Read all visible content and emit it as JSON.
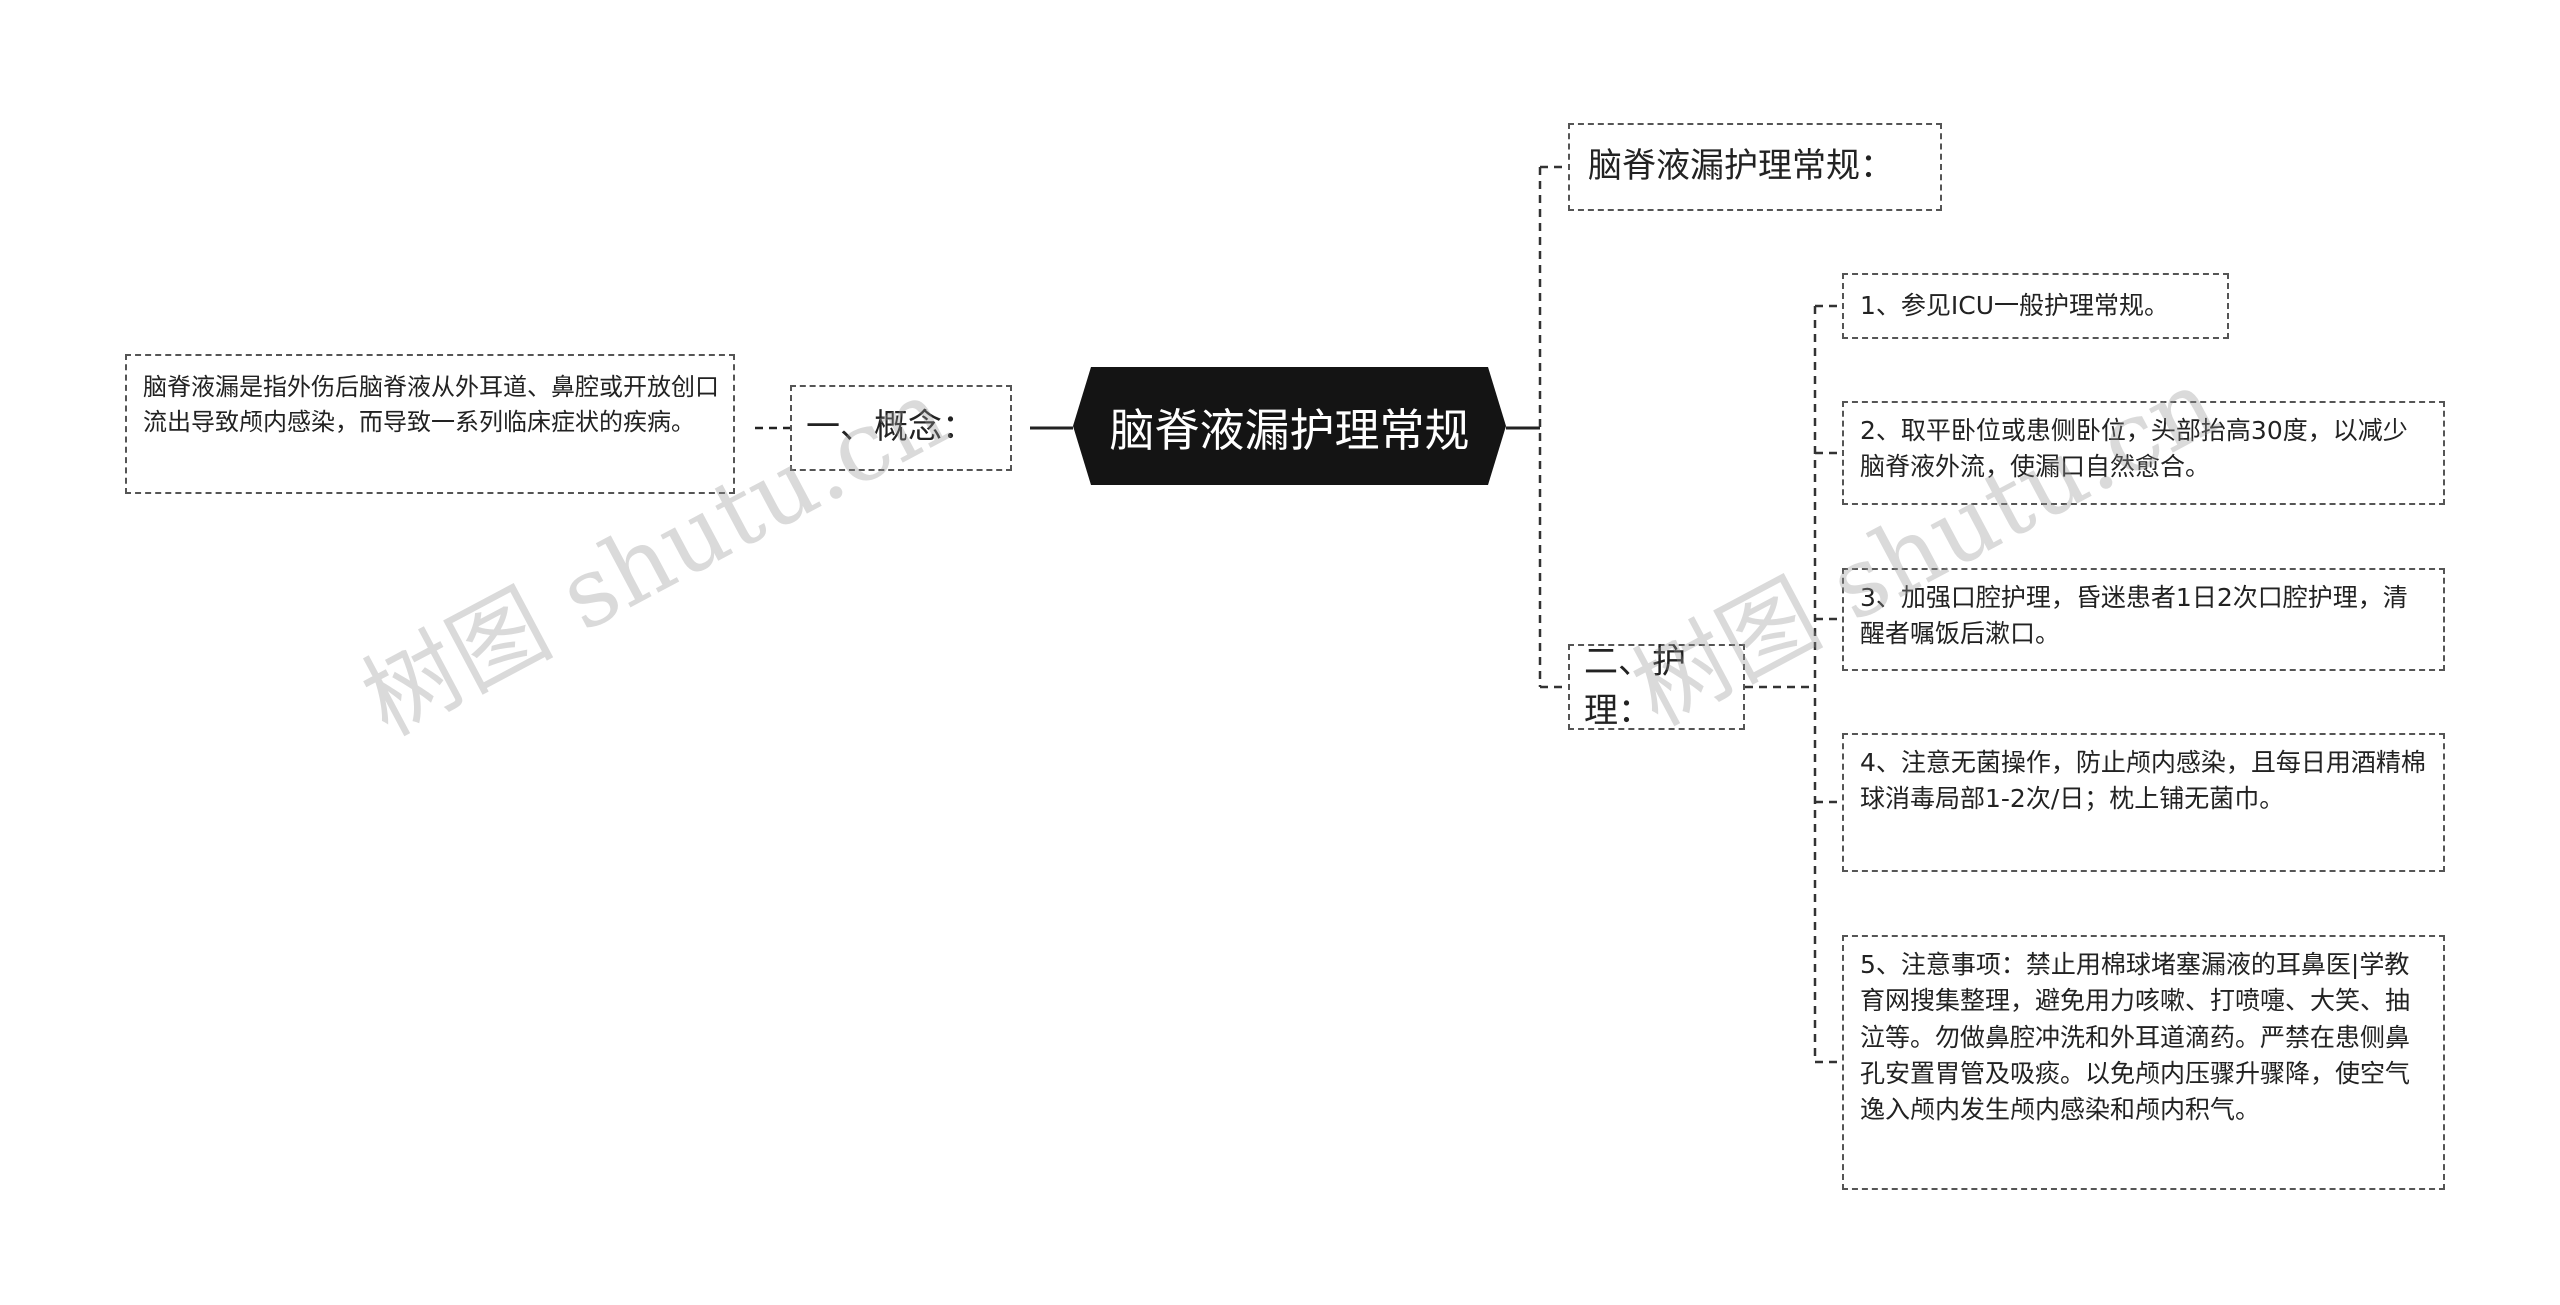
{
  "root": {
    "label": "脑脊液漏护理常规"
  },
  "concept": {
    "label": "一、概念：",
    "text": "脑脊液漏是指外伤后脑脊液从外耳道、鼻腔或开放创口流出导致颅内感染，而导致一系列临床症状的疾病。"
  },
  "title_node": {
    "label": "脑脊液漏护理常规："
  },
  "care": {
    "label": "二、护理：",
    "items": [
      "1、参见ICU一般护理常规。",
      "2、取平卧位或患侧卧位，头部抬高30度，以减少脑脊液外流，使漏口自然愈合。",
      "3、加强口腔护理，昏迷患者1日2次口腔护理，清醒者嘱饭后漱口。",
      "4、注意无菌操作，防止颅内感染，且每日用酒精棉球消毒局部1-2次/日；枕上铺无菌巾。",
      "5、注意事项：禁止用棉球堵塞漏液的耳鼻医|学教育网搜集整理，避免用力咳嗽、打喷嚏、大笑、抽泣等。勿做鼻腔冲洗和外耳道滴药。严禁在患侧鼻孔安置胃管及吸痰。以免颅内压骤升骤降，使空气逸入颅内发生颅内感染和颅内积气。"
    ]
  },
  "watermarks": [
    "树图 shutu.cn",
    "树图 shutu.cn"
  ]
}
